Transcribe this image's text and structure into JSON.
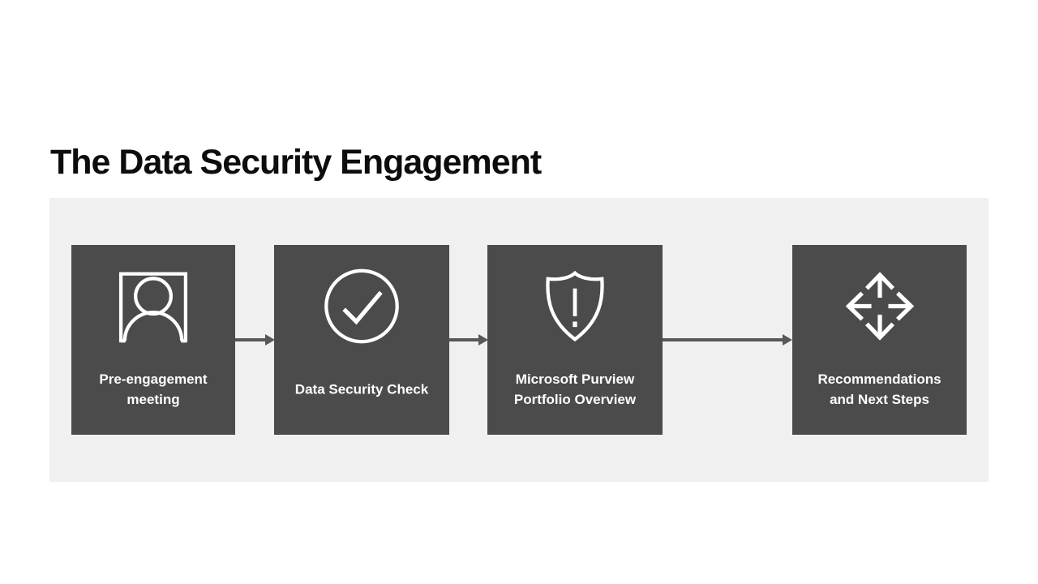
{
  "slide": {
    "title": "The Data Security Engagement"
  },
  "theme": {
    "background": "#ffffff",
    "panel_bg": "#f0f0f0",
    "box_bg": "#4b4b4b",
    "box_text": "#ffffff",
    "title_color": "#0d0d0d",
    "arrow_color": "#58585a",
    "icon_stroke": "#ffffff"
  },
  "process": {
    "steps": [
      {
        "icon": "person-frame-icon",
        "lines": [
          "Pre-engagement",
          "meeting"
        ]
      },
      {
        "icon": "check-circle-icon",
        "lines": [
          "Data Security Check"
        ]
      },
      {
        "icon": "shield-alert-icon",
        "lines": [
          "Microsoft Purview",
          "Portfolio Overview"
        ]
      },
      {
        "icon": "move-arrows-icon",
        "lines": [
          "Recommendations",
          "and Next Steps"
        ]
      }
    ]
  }
}
